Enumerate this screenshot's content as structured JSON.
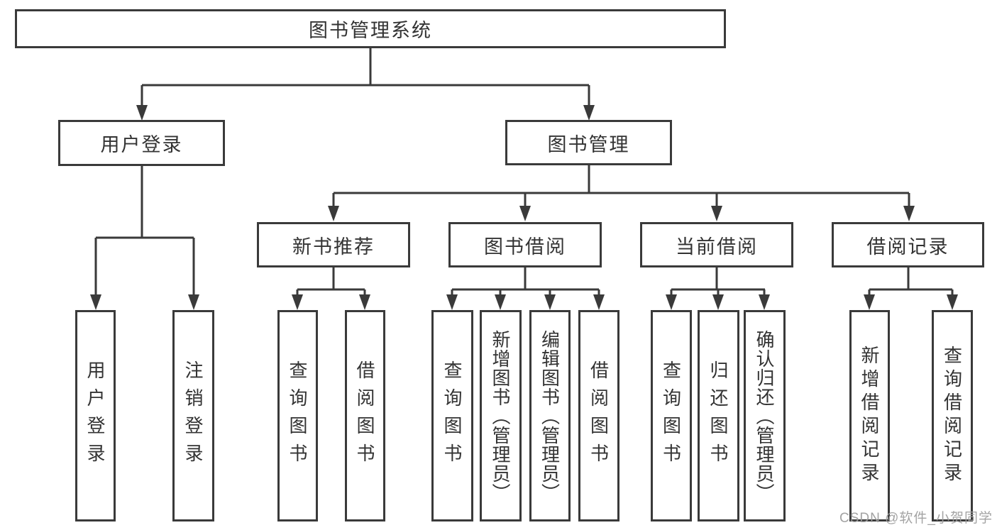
{
  "colors": {
    "line": "#3a3a3a",
    "text": "#333333",
    "watermark": "#9e9e9e"
  },
  "watermark": {
    "text": "CSDN @软件_小贺同学"
  },
  "tree": {
    "root": {
      "label": "图书管理系统"
    },
    "branches": [
      {
        "label": "用户登录",
        "children": [
          {
            "label": "用户登录"
          },
          {
            "label": "注销登录"
          }
        ]
      },
      {
        "label": "图书管理",
        "children": [
          {
            "label": "新书推荐",
            "children": [
              {
                "label": "查询图书"
              },
              {
                "label": "借阅图书"
              }
            ]
          },
          {
            "label": "图书借阅",
            "children": [
              {
                "label": "查询图书"
              },
              {
                "label": "新增图书（管理员）"
              },
              {
                "label": "编辑图书（管理员）"
              },
              {
                "label": "借阅图书"
              }
            ]
          },
          {
            "label": "当前借阅",
            "children": [
              {
                "label": "查询图书"
              },
              {
                "label": "归还图书"
              },
              {
                "label": "确认归还（管理员）"
              }
            ]
          },
          {
            "label": "借阅记录",
            "children": [
              {
                "label": "新增借阅记录"
              },
              {
                "label": "查询借阅记录"
              }
            ]
          }
        ]
      }
    ]
  }
}
